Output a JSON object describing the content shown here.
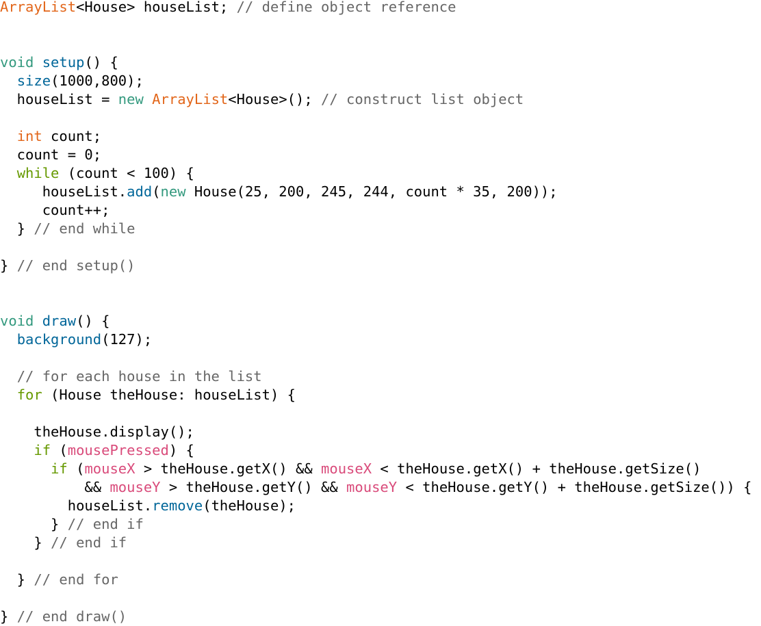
{
  "colors": {
    "plain": "#000000",
    "comment": "#666666",
    "type": "#E2661A",
    "keyword": "#33997E",
    "function_name": "#006699",
    "function_call": "#006699",
    "control": "#669900",
    "builtin_var": "#D94A7A"
  },
  "code_lines": [
    [
      {
        "t": "ArrayList",
        "c": "type"
      },
      {
        "t": "<House> houseList; ",
        "c": "plain"
      },
      {
        "t": "// define object reference",
        "c": "comment"
      }
    ],
    [],
    [],
    [
      {
        "t": "void",
        "c": "keyword"
      },
      {
        "t": " ",
        "c": "plain"
      },
      {
        "t": "setup",
        "c": "function_name"
      },
      {
        "t": "() {",
        "c": "plain"
      }
    ],
    [
      {
        "t": "  ",
        "c": "plain"
      },
      {
        "t": "size",
        "c": "function_call"
      },
      {
        "t": "(1000,800);",
        "c": "plain"
      }
    ],
    [
      {
        "t": "  houseList = ",
        "c": "plain"
      },
      {
        "t": "new",
        "c": "keyword"
      },
      {
        "t": " ",
        "c": "plain"
      },
      {
        "t": "ArrayList",
        "c": "type"
      },
      {
        "t": "<House>(); ",
        "c": "plain"
      },
      {
        "t": "// construct list object",
        "c": "comment"
      }
    ],
    [],
    [
      {
        "t": "  ",
        "c": "plain"
      },
      {
        "t": "int",
        "c": "type"
      },
      {
        "t": " count;",
        "c": "plain"
      }
    ],
    [
      {
        "t": "  count = 0;",
        "c": "plain"
      }
    ],
    [
      {
        "t": "  ",
        "c": "plain"
      },
      {
        "t": "while",
        "c": "control"
      },
      {
        "t": " (count < 100) {",
        "c": "plain"
      }
    ],
    [
      {
        "t": "     houseList.",
        "c": "plain"
      },
      {
        "t": "add",
        "c": "function_call"
      },
      {
        "t": "(",
        "c": "plain"
      },
      {
        "t": "new",
        "c": "keyword"
      },
      {
        "t": " House(25, 200, 245, 244, count * 35, 200));",
        "c": "plain"
      }
    ],
    [
      {
        "t": "     count++;",
        "c": "plain"
      }
    ],
    [
      {
        "t": "  } ",
        "c": "plain"
      },
      {
        "t": "// end while",
        "c": "comment"
      }
    ],
    [],
    [
      {
        "t": "} ",
        "c": "plain"
      },
      {
        "t": "// end setup()",
        "c": "comment"
      }
    ],
    [],
    [],
    [
      {
        "t": "void",
        "c": "keyword"
      },
      {
        "t": " ",
        "c": "plain"
      },
      {
        "t": "draw",
        "c": "function_name"
      },
      {
        "t": "() {",
        "c": "plain"
      }
    ],
    [
      {
        "t": "  ",
        "c": "plain"
      },
      {
        "t": "background",
        "c": "function_call"
      },
      {
        "t": "(127);",
        "c": "plain"
      }
    ],
    [],
    [
      {
        "t": "  ",
        "c": "plain"
      },
      {
        "t": "// for each house in the list",
        "c": "comment"
      }
    ],
    [
      {
        "t": "  ",
        "c": "plain"
      },
      {
        "t": "for",
        "c": "control"
      },
      {
        "t": " (House theHouse: houseList) {",
        "c": "plain"
      }
    ],
    [],
    [
      {
        "t": "    theHouse.display();",
        "c": "plain"
      }
    ],
    [
      {
        "t": "    ",
        "c": "plain"
      },
      {
        "t": "if",
        "c": "control"
      },
      {
        "t": " (",
        "c": "plain"
      },
      {
        "t": "mousePressed",
        "c": "builtin_var"
      },
      {
        "t": ") {",
        "c": "plain"
      }
    ],
    [
      {
        "t": "      ",
        "c": "plain"
      },
      {
        "t": "if",
        "c": "control"
      },
      {
        "t": " (",
        "c": "plain"
      },
      {
        "t": "mouseX",
        "c": "builtin_var"
      },
      {
        "t": " > theHouse.getX() && ",
        "c": "plain"
      },
      {
        "t": "mouseX",
        "c": "builtin_var"
      },
      {
        "t": " < theHouse.getX() + theHouse.getSize()",
        "c": "plain"
      }
    ],
    [
      {
        "t": "          && ",
        "c": "plain"
      },
      {
        "t": "mouseY",
        "c": "builtin_var"
      },
      {
        "t": " > theHouse.getY() && ",
        "c": "plain"
      },
      {
        "t": "mouseY",
        "c": "builtin_var"
      },
      {
        "t": " < theHouse.getY() + theHouse.getSize()) {",
        "c": "plain"
      }
    ],
    [
      {
        "t": "        houseList.",
        "c": "plain"
      },
      {
        "t": "remove",
        "c": "function_call"
      },
      {
        "t": "(theHouse);",
        "c": "plain"
      }
    ],
    [
      {
        "t": "      } ",
        "c": "plain"
      },
      {
        "t": "// end if",
        "c": "comment"
      }
    ],
    [
      {
        "t": "    } ",
        "c": "plain"
      },
      {
        "t": "// end if",
        "c": "comment"
      }
    ],
    [],
    [
      {
        "t": "  } ",
        "c": "plain"
      },
      {
        "t": "// end for",
        "c": "comment"
      }
    ],
    [],
    [
      {
        "t": "} ",
        "c": "plain"
      },
      {
        "t": "// end draw()",
        "c": "comment"
      }
    ]
  ]
}
